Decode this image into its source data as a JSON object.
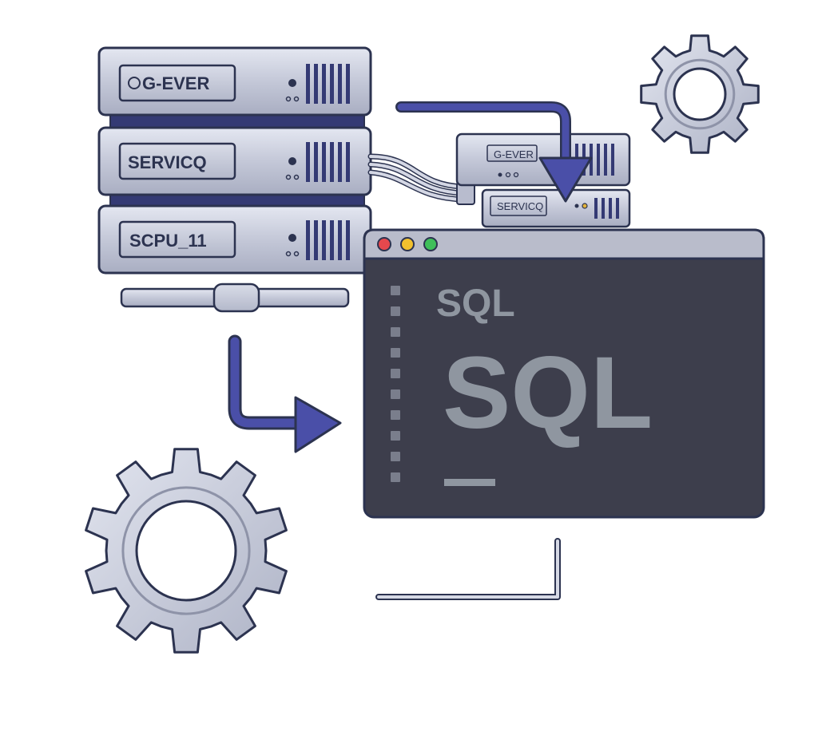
{
  "server_rack": {
    "units": [
      {
        "label": "G-EVER"
      },
      {
        "label": "SERVICQ"
      },
      {
        "label": "SCPU_11"
      }
    ]
  },
  "small_rack": {
    "units": [
      {
        "label": "G-EVER"
      },
      {
        "label": "SERVICQ"
      }
    ]
  },
  "terminal": {
    "heading": "SQL",
    "main_text": "SQL"
  },
  "colors": {
    "accent": "#4a4fa8",
    "terminal_bg": "#3d3e4c",
    "terminal_bar": "#b9bccb",
    "metal": "#c9cddd",
    "outline": "#2c3350",
    "btn_red": "#e5484d",
    "btn_yellow": "#f2c12e",
    "btn_green": "#3fbf5a"
  }
}
